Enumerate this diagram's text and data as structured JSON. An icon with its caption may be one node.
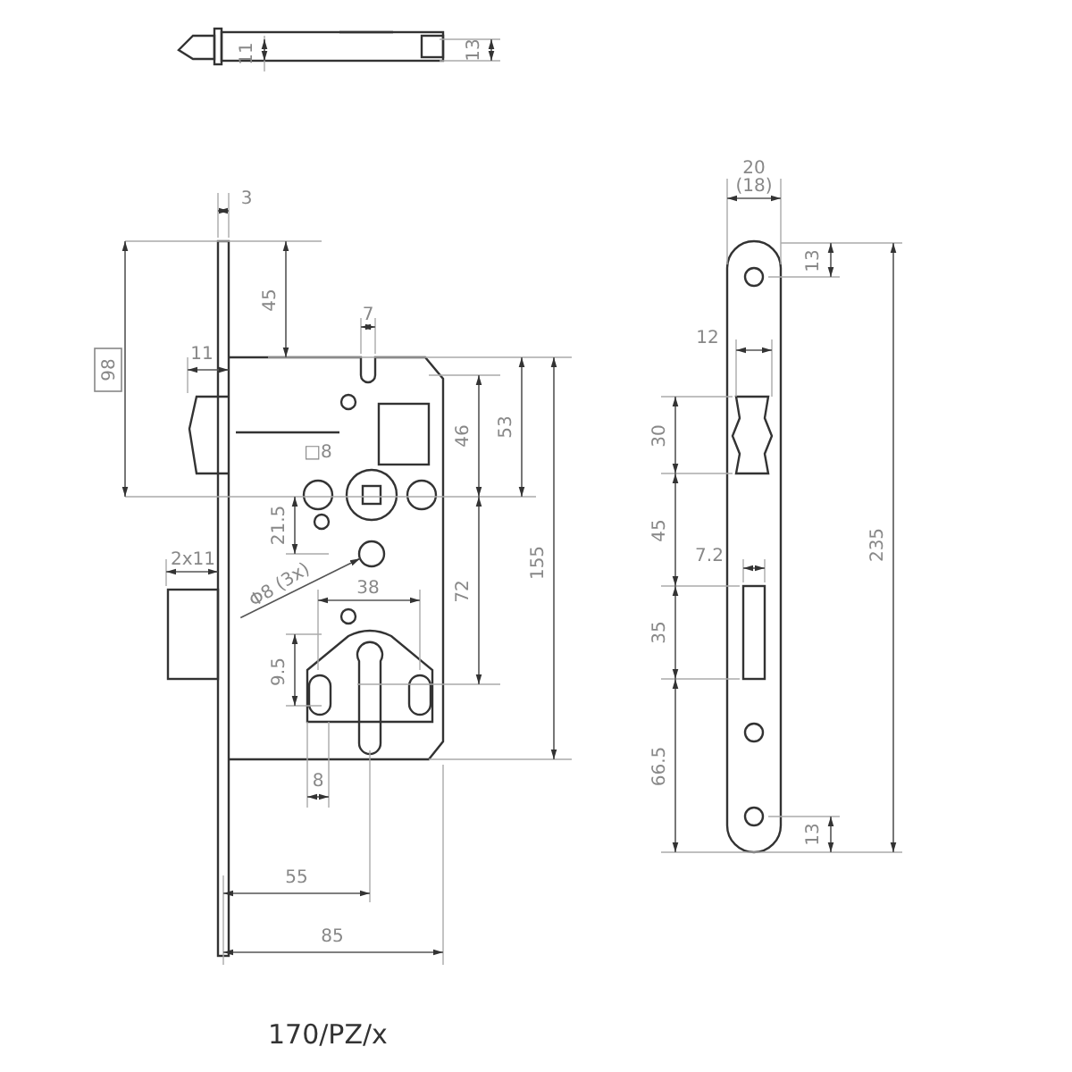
{
  "diagram": {
    "caption": "170/PZ/x",
    "nodes": [
      {
        "text": [
          "Φ8 (3x)"
        ]
      },
      {
        "text": [],
        "shape": "circle"
      }
    ],
    "edges": [
      {
        "from": 0,
        "to": 1,
        "arrow": "to"
      }
    ],
    "labels": [
      "11",
      "13",
      "3",
      "20",
      "(18)",
      "13",
      "45",
      "98",
      "7",
      "12",
      "11",
      "46",
      "53",
      "□8",
      "30",
      "21.5",
      "155",
      "2x11",
      "45",
      "72",
      "7.2",
      "38",
      "9.5",
      "35",
      "235",
      "8",
      "66.5",
      "13",
      "55",
      "85"
    ]
  }
}
